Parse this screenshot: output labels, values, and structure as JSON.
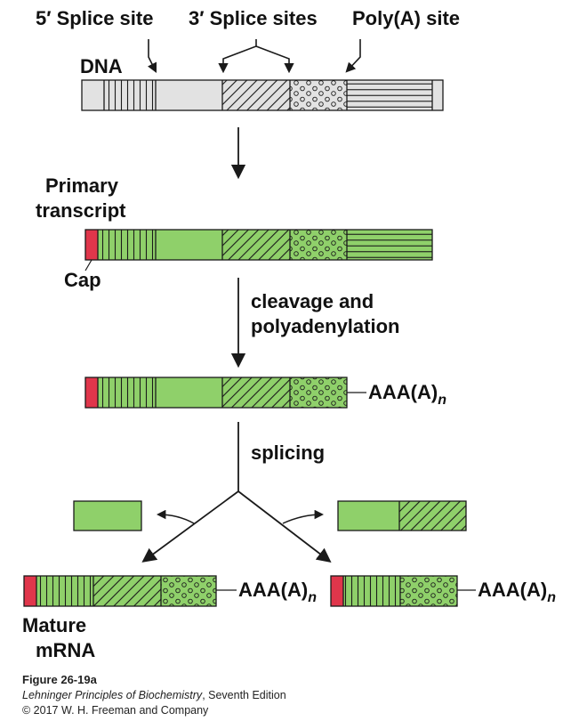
{
  "labels": {
    "splice5": "5′ Splice site",
    "splice3": "3′ Splice sites",
    "polyA_site": "Poly(A) site",
    "dna": "DNA",
    "primary_line1": "Primary",
    "primary_line2": "transcript",
    "cap": "Cap",
    "step1_line1": "cleavage and",
    "step1_line2": "polyadenylation",
    "tail_base": "AAA(A)",
    "tail_sub": "n",
    "step2": "splicing",
    "mature_line1": "Mature",
    "mature_line2": "mRNA"
  },
  "caption": {
    "figure": "Figure 26-19a",
    "book_title": "Lehninger Principles of Biochemistry",
    "book_edition": ", Seventh Edition",
    "copyright": "© 2017 W. H. Freeman and Company"
  },
  "colors": {
    "dna_fill": "#e2e2e2",
    "rna_fill": "#8fd06a",
    "cap_fill": "#e0364b",
    "stroke": "#1a1a1a"
  }
}
